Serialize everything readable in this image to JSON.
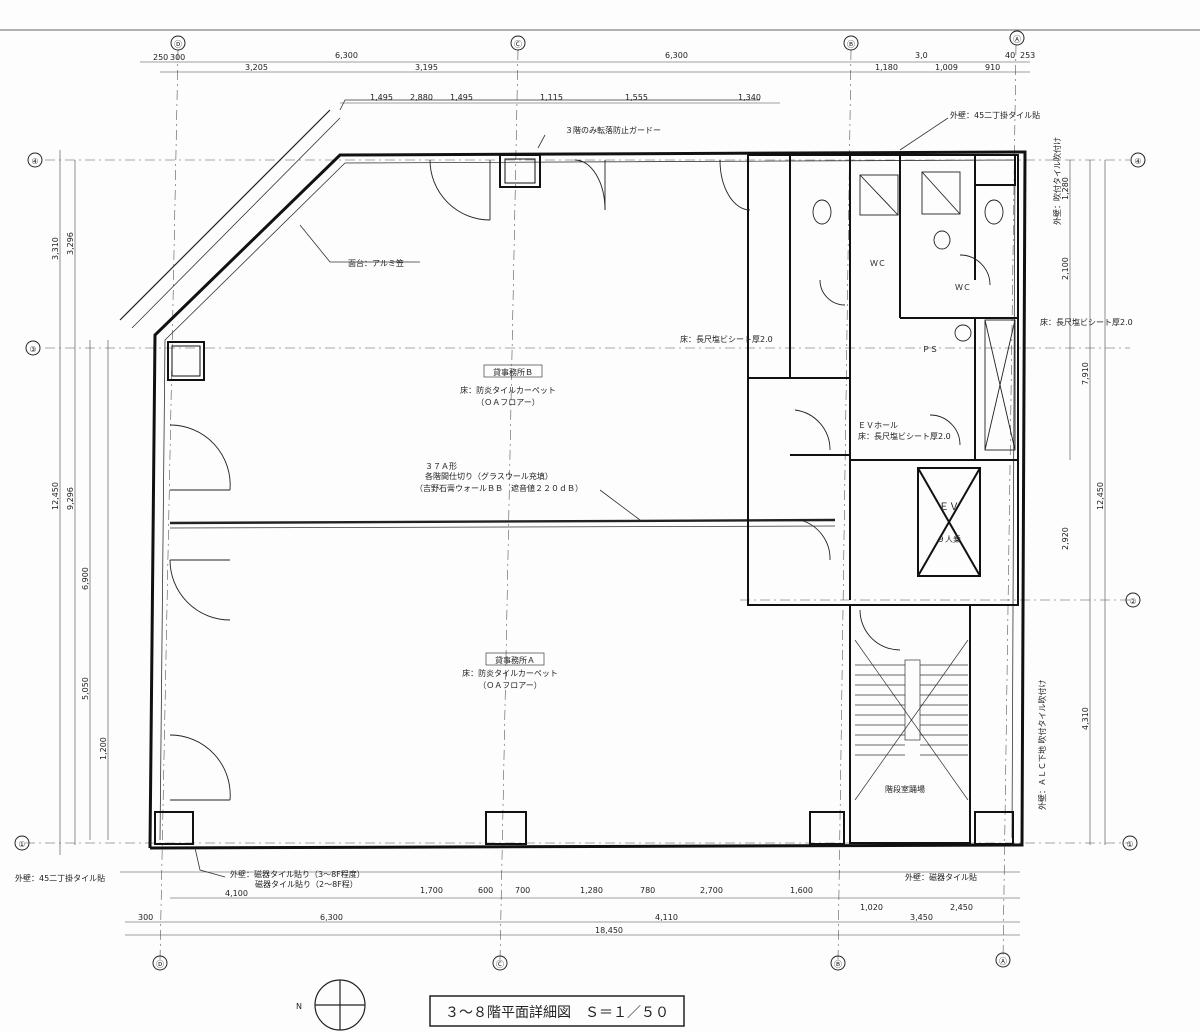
{
  "title_block": {
    "text": "３～８階平面詳細図　Ｓ＝１／５０"
  },
  "grid": {
    "columns": [
      "Ⓓ",
      "Ⓒ",
      "Ⓑ",
      "Ⓐ"
    ],
    "rows": [
      "④",
      "③",
      "②",
      "①"
    ]
  },
  "rooms": {
    "b": {
      "name": "貸事務所Ｂ",
      "floor": "床：防炎タイルカーペット",
      "note": "（ＯＡフロアー）"
    },
    "a": {
      "name": "貸事務所Ａ",
      "floor": "床：防炎タイルカーペット",
      "note": "（ＯＡフロアー）"
    },
    "ev_hall": {
      "name": "ＥＶホール",
      "floor": "床：長尺塩ビシート厚2.0"
    },
    "ev": {
      "name": "ＥＶ",
      "capacity": "９人乗"
    },
    "wc1": "ＷＣ",
    "wc2": "ＷＣ",
    "ps": "ＰＳ",
    "stair_hall": "階段室踊場"
  },
  "partition_note": {
    "line1": "３７Ａ形",
    "line2": "各階間仕切り（グラスウール充填）",
    "line3": "（吉野石膏ウォールＢＢ　遮音値２２０ｄＢ）"
  },
  "annotations": {
    "top_railing": "３階のみ転落防止ガードー",
    "alumi": "面台：アルミ笠",
    "ewc_floor": "床：長尺塩ビシート厚2.0",
    "wc_floor": "床：長尺塩ビシート厚2.0",
    "outer_wall": "外壁：45二丁掛タイル貼",
    "bottom_note1": "外壁：磁器タイル貼り（3～8F程度）",
    "bottom_note2": "磁器タイル貼り（2～8F程）",
    "left_note": "外壁：45二丁掛タイル貼",
    "bottom_right": "外壁：磁器タイル貼",
    "right_note": "外壁：ＡＬＣ下地 吹付タイル吹付け",
    "right_top": "外壁：吹付タイル吹付け"
  },
  "dimensions": {
    "top_a": [
      "250",
      "300",
      "6,300",
      "6,300",
      "3,0",
      "40",
      "253"
    ],
    "top_b": [
      "3,205",
      "3,195",
      "1,180",
      "1,009",
      "910"
    ],
    "top_c": [
      "1,495",
      "2,880",
      "1,495",
      "1,115",
      "1,555",
      "1,340"
    ],
    "bottom_a": [
      "4,100",
      "1,700",
      "600",
      "700",
      "1,280",
      "780",
      "2,700",
      "1,600"
    ],
    "bottom_b": [
      "300",
      "6,300",
      "4,110",
      "3,450",
      "2,450",
      "1,020"
    ],
    "bottom_total": "18,450",
    "left": [
      "3,310",
      "3,296",
      "12,450",
      "9,296",
      "6,900",
      "5,050",
      "1,200"
    ],
    "right": [
      "1,280",
      "2,100",
      "7,910",
      "12,450",
      "4,310",
      "2,920"
    ]
  },
  "north_label": "N"
}
